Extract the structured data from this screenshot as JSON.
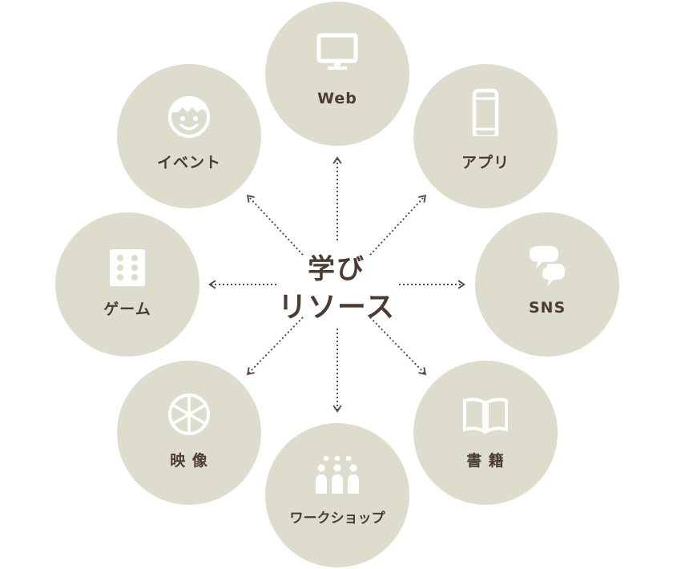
{
  "center": {
    "title_line1": "学び",
    "title_line2": "リソース"
  },
  "nodes": [
    {
      "id": "web",
      "label": "Web",
      "icon": "monitor-icon"
    },
    {
      "id": "app",
      "label": "アプリ",
      "icon": "smartphone-icon"
    },
    {
      "id": "sns",
      "label": "SNS",
      "icon": "speech-bubbles-icon"
    },
    {
      "id": "books",
      "label": "書 籍",
      "icon": "open-book-icon"
    },
    {
      "id": "workshop",
      "label": "ワークショップ",
      "icon": "people-group-icon"
    },
    {
      "id": "video",
      "label": "映 像",
      "icon": "film-reel-icon"
    },
    {
      "id": "game",
      "label": "ゲーム",
      "icon": "dice-icon"
    },
    {
      "id": "event",
      "label": "イベント",
      "icon": "smiling-face-icon"
    }
  ],
  "colors": {
    "circle_fill": "#dedccd",
    "text": "#4a3c33",
    "icon": "#ffffff",
    "arrow": "#5a4a40"
  }
}
